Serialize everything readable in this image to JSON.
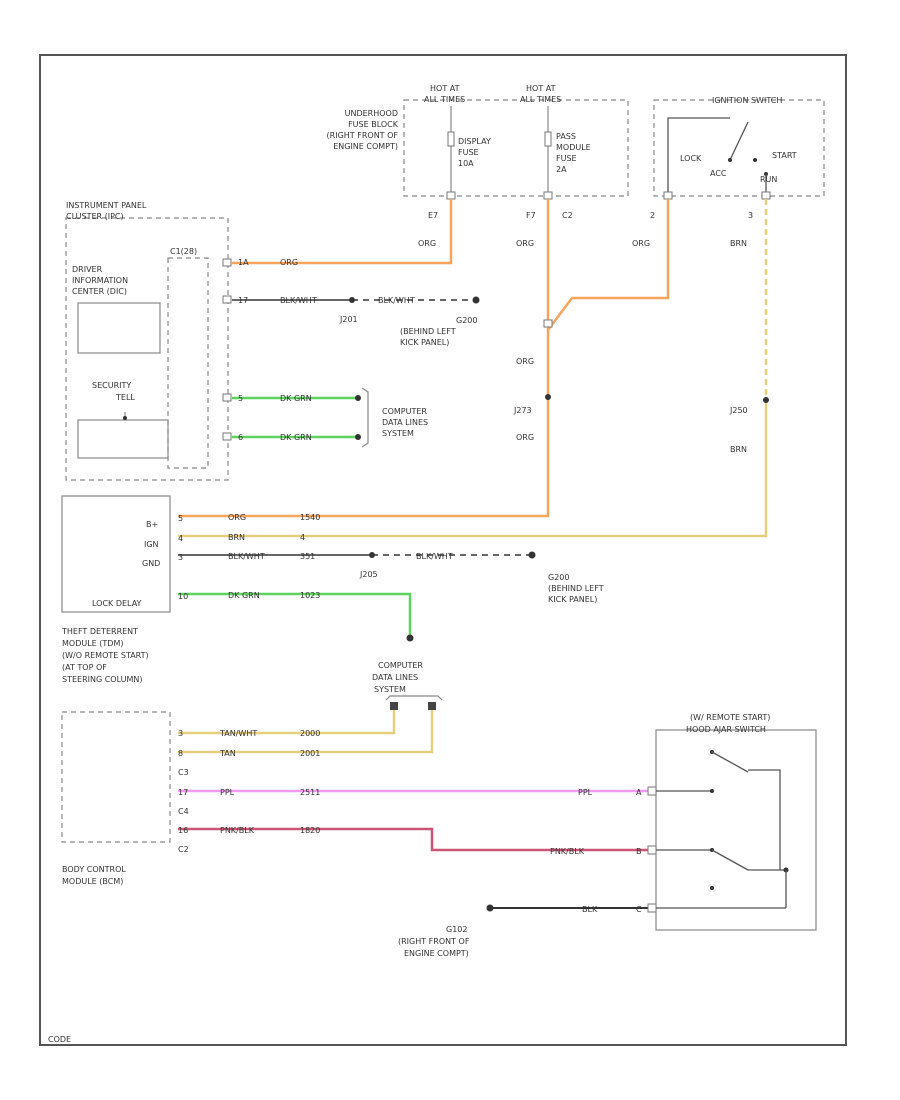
{
  "colors": {
    "orange": "#f6a45a",
    "green": "#5fd35f",
    "yellow": "#e5cf7d",
    "pink": "#f09af0",
    "red": "#cc5577",
    "black": "#333333",
    "grey": "#999999"
  },
  "frame_code": "CODE",
  "fuse_block": {
    "label": [
      "UNDERHOOD",
      "FUSE BLOCK",
      "(RIGHT FRONT OF",
      "ENGINE COMPT)"
    ],
    "hot1": [
      "HOT AT",
      "ALL TIMES"
    ],
    "hot2": [
      "HOT AT",
      "ALL TIMES"
    ],
    "fuse1": [
      "DISPLAY",
      "FUSE",
      "10A"
    ],
    "fuse2": [
      "PASS",
      "MODULE",
      "FUSE",
      "2A"
    ],
    "pin1": "E7",
    "pin2": "F7",
    "pin3": "C2",
    "wire1": "ORG",
    "wire2": "ORG"
  },
  "ignition_switch": {
    "title": "IGNITION SWITCH",
    "lock": "LOCK",
    "acc": "ACC",
    "start": "START",
    "run": "RUN",
    "pin1": "2",
    "pin2": "3",
    "wire1": "ORG",
    "wire2": "BRN"
  },
  "instrument_panel": {
    "title": [
      "INSTRUMENT PANEL",
      "CLUSTER (IPC)"
    ],
    "connector": "C1(28)",
    "dic": [
      "DRIVER",
      "INFORMATION",
      "CENTER (DIC)"
    ],
    "security": [
      "SECURITY",
      "TELL"
    ],
    "pins": [
      "1A",
      "17",
      "5",
      "6"
    ],
    "w1": "ORG",
    "w2a": "BLK/WHT",
    "w2b": "BLK/WHT",
    "splice1": "J201",
    "w3": "DK GRN",
    "w4": "DK GRN",
    "computer": [
      "COMPUTER",
      "DATA LINES",
      "SYSTEM"
    ]
  },
  "ground_g200a": [
    "G200",
    "(BEHIND LEFT",
    "KICK PANEL)"
  ],
  "splice_j273": "J273",
  "splice_j250": "J250",
  "center_wires": {
    "w1": "ORG",
    "w2": "ORG",
    "w3": "BRN"
  },
  "theft_module": {
    "inner": "LOCK DELAY",
    "pins": [
      "B+",
      "IGN",
      "GND",
      ""
    ],
    "pinnums": [
      "5",
      "4",
      "3",
      "10"
    ],
    "w1": "ORG",
    "c1": "1540",
    "w2": "BRN",
    "c2": "4",
    "w3": "BLK/WHT",
    "c3": "351",
    "splice": "J205",
    "w3b": "BLK/WHT",
    "w4": "DK GRN",
    "c4": "1023",
    "label": [
      "THEFT DETERRENT",
      "MODULE (TDM)",
      "(W/O REMOTE START)",
      "(AT TOP OF",
      "STEERING COLUMN)"
    ]
  },
  "ground_g200b": [
    "G200",
    "(BEHIND LEFT",
    "KICK PANEL)"
  ],
  "computer2": [
    "COMPUTER",
    "DATA LINES",
    "SYSTEM"
  ],
  "bcm": {
    "pins": [
      "3",
      "8",
      "C3",
      "17",
      "C4",
      "16",
      "C2"
    ],
    "w1": "TAN/WHT",
    "c1": "2000",
    "w2": "TAN",
    "c2": "2001",
    "w3": "PPL",
    "c3": "2511",
    "w3r": "PPL",
    "w4": "PNK/BLK",
    "c4": "1820",
    "w4r": "PNK/BLK",
    "label": [
      "BODY CONTROL",
      "MODULE (BCM)"
    ]
  },
  "hood_switch": {
    "title": [
      "(W/ REMOTE START)",
      "HOOD AJAR SWITCH"
    ],
    "pins": [
      "A",
      "B",
      "C"
    ]
  },
  "ground_g102": {
    "label": [
      "G102",
      "(RIGHT FRONT OF",
      "ENGINE COMPT)"
    ],
    "wire": "BLK"
  }
}
